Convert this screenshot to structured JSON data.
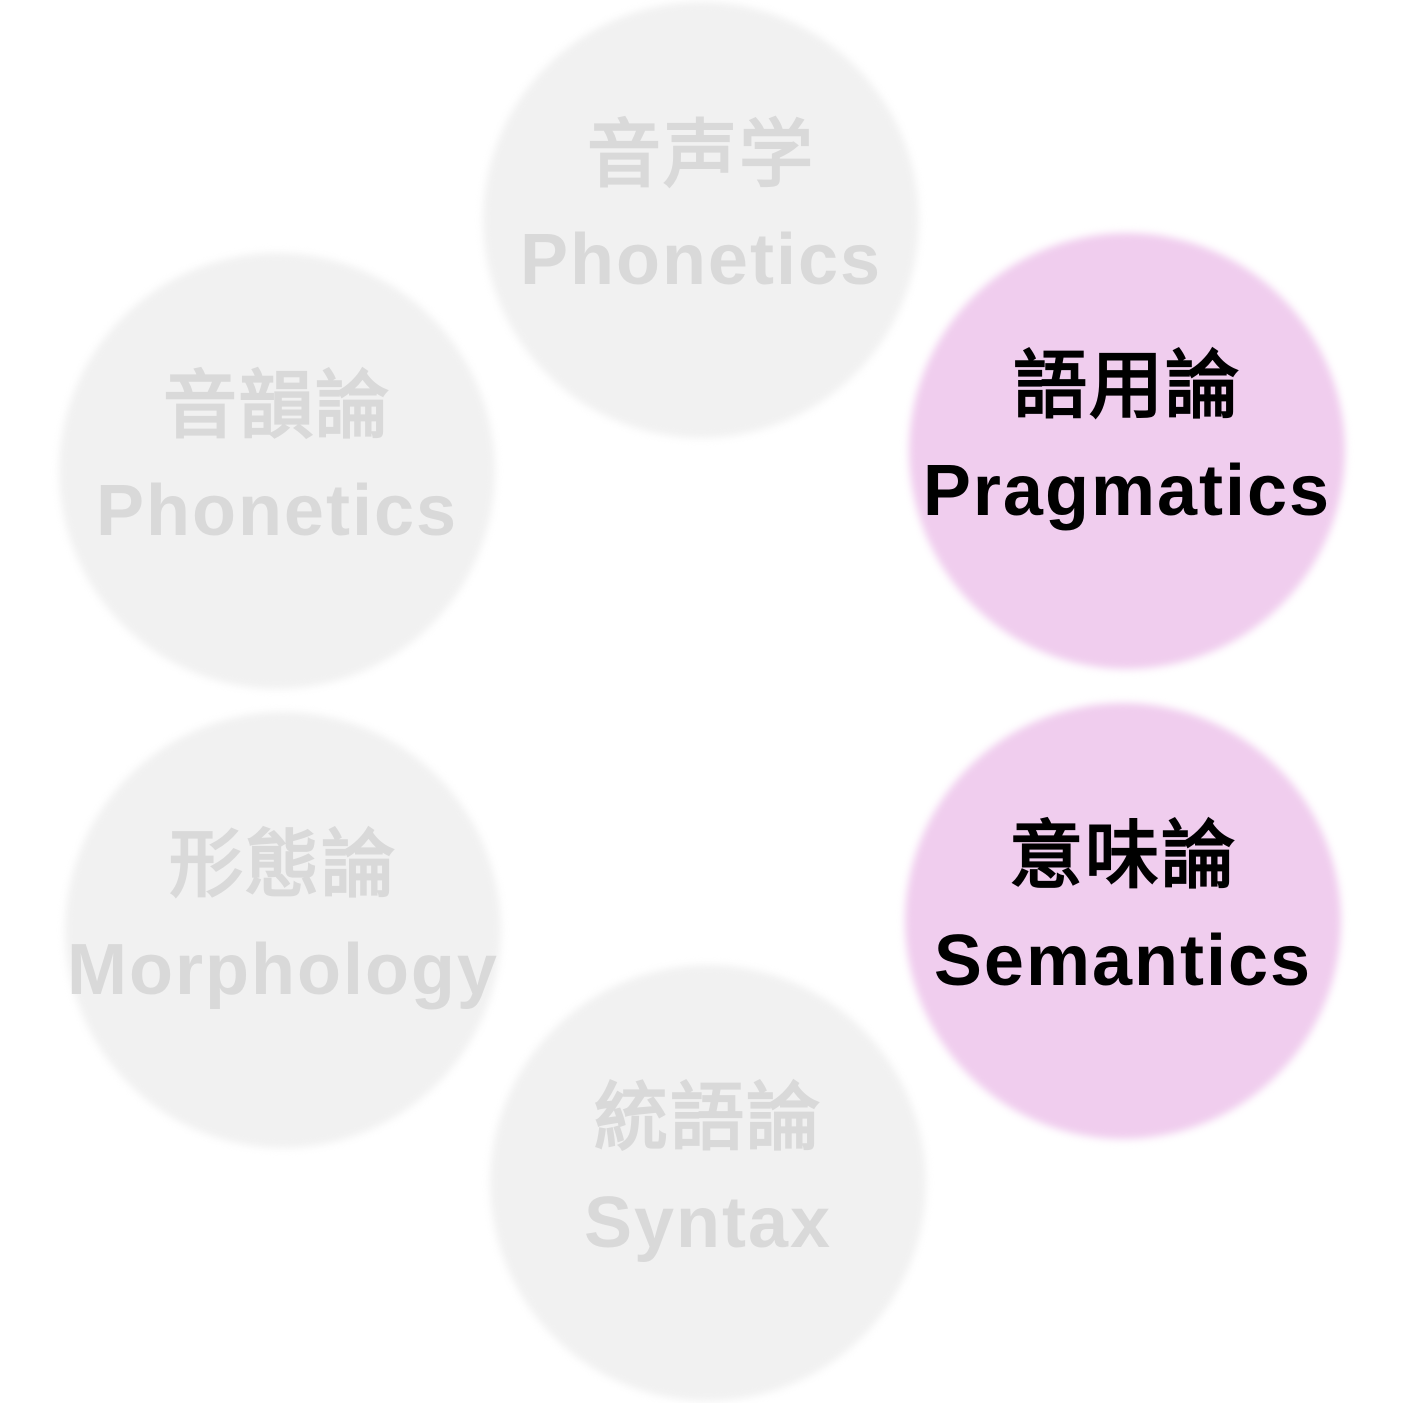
{
  "diagram": {
    "colors": {
      "background": "#ffffff",
      "inactive_fill": "#f1f1f1",
      "inactive_text": "#d9d9d9",
      "active_fill": "#f0cdee",
      "active_text": "#000000"
    },
    "nodes": [
      {
        "id": "phonetics",
        "jp": "音声学",
        "en": "Phonetics",
        "state": "inactive"
      },
      {
        "id": "pragmatics",
        "jp": "語用論",
        "en": "Pragmatics",
        "state": "active"
      },
      {
        "id": "semantics",
        "jp": "意味論",
        "en": "Semantics",
        "state": "active"
      },
      {
        "id": "syntax",
        "jp": "統語論",
        "en": "Syntax",
        "state": "inactive"
      },
      {
        "id": "morphology",
        "jp": "形態論",
        "en": "Morphology",
        "state": "inactive"
      },
      {
        "id": "phonology",
        "jp": "音韻論",
        "en": "Phonetics",
        "state": "inactive"
      }
    ]
  }
}
